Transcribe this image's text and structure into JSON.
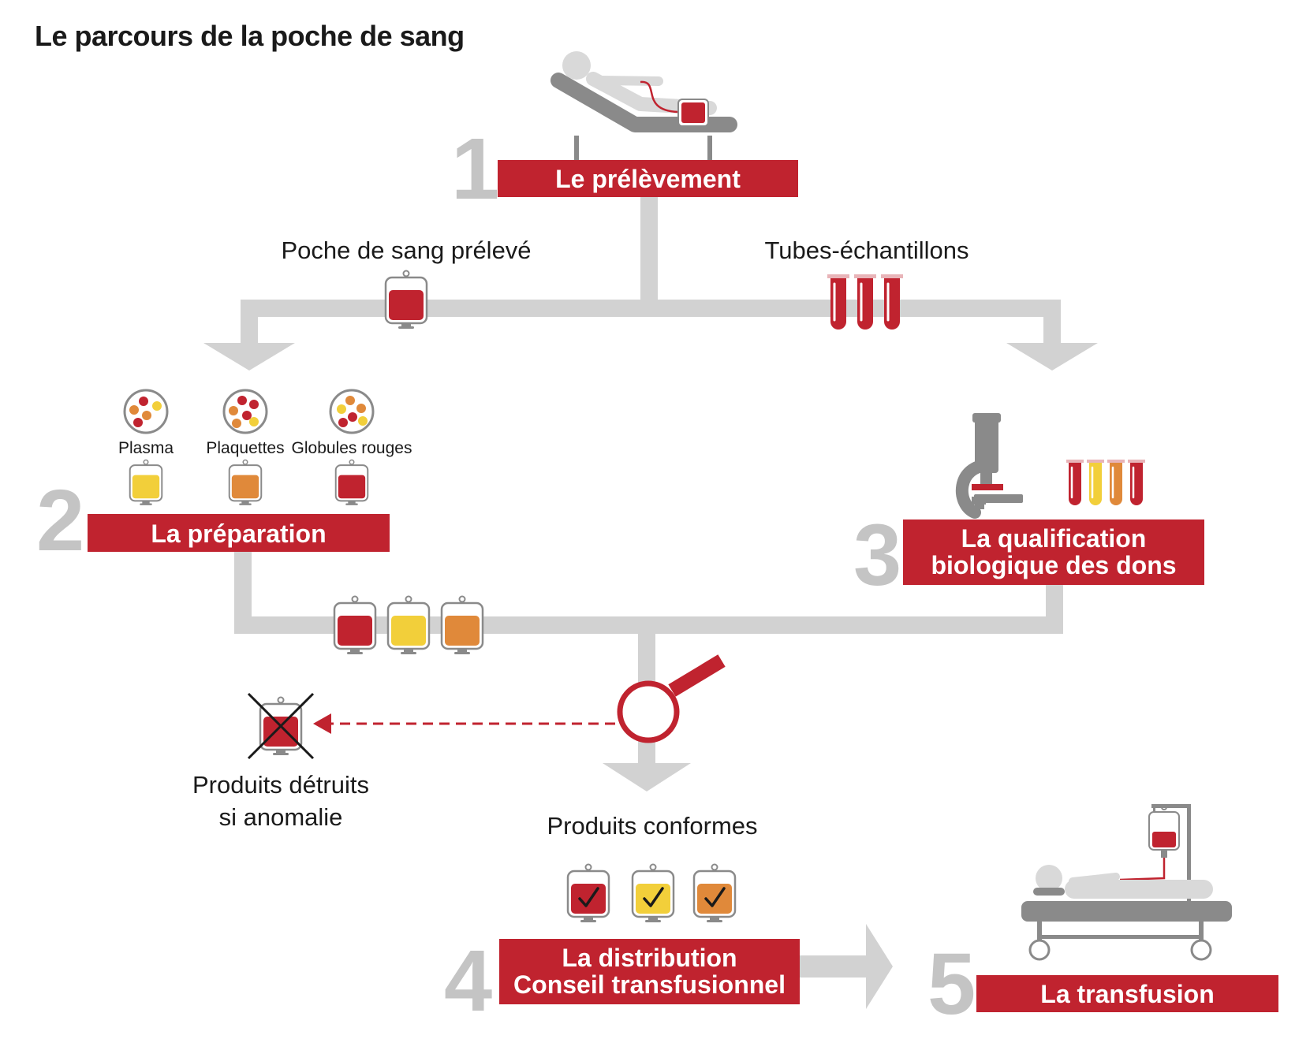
{
  "title": "Le parcours de la poche de sang",
  "steps": {
    "s1": {
      "number": "1",
      "label": "Le prélèvement"
    },
    "s2": {
      "number": "2",
      "label": "La préparation"
    },
    "s3": {
      "number": "3",
      "line1": "La qualification",
      "line2": "biologique des dons"
    },
    "s4": {
      "number": "4",
      "line1": "La distribution",
      "line2": "Conseil transfusionnel"
    },
    "s5": {
      "number": "5",
      "label": "La transfusion"
    }
  },
  "labels": {
    "poche": "Poche de sang prélevé",
    "tubes": "Tubes-échantillons",
    "plasma": "Plasma",
    "plaquettes": "Plaquettes",
    "globules": "Globules rouges",
    "detruits1": "Produits détruits",
    "detruits2": "si anomalie",
    "conformes": "Produits conformes"
  },
  "icons": {
    "donor": "donor-bed-icon",
    "bag": "blood-bag-icon",
    "tubes": "test-tubes-icon",
    "dish": "petri-dish-icon",
    "microscope": "microscope-icon",
    "magnifier": "magnifier-icon",
    "check": "check-icon",
    "cross": "cross-icon",
    "patient": "patient-bed-icon"
  },
  "colors": {
    "red": "#c0232f",
    "grey_line": "#d2d2d2",
    "grey_number": "#c4c4c4",
    "plasma_yellow": "#f2cf3a",
    "platelet_orange": "#e0893a"
  }
}
